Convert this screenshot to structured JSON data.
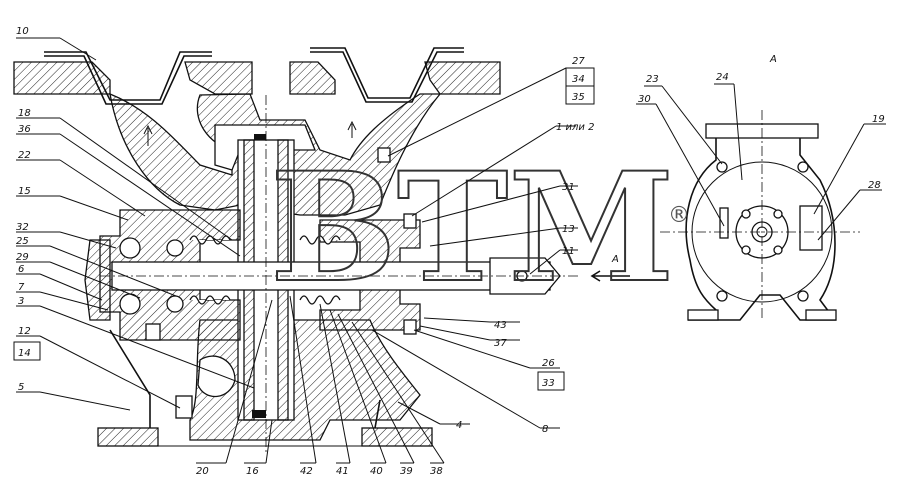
{
  "watermark": {
    "text": "BTM",
    "mark": "®"
  },
  "view_label": "A",
  "arrow_label": "A",
  "labels": {
    "l10": "10",
    "l18": "18",
    "l36": "36",
    "l22": "22",
    "l15": "15",
    "l32": "32",
    "l25": "25",
    "l29": "29",
    "l6": "6",
    "l7": "7",
    "l3": "3",
    "l12": "12",
    "l14": "14",
    "l5": "5",
    "l20": "20",
    "l16": "16",
    "l42": "42",
    "l41": "41",
    "l40": "40",
    "l39": "39",
    "l38": "38",
    "l8": "8",
    "l4": "4",
    "l26": "26",
    "l33": "33",
    "l37": "37",
    "l43": "43",
    "l11": "11",
    "l13": "13",
    "l31": "31",
    "l1or2": "1 или 2",
    "l27": "27",
    "l34": "34",
    "l35": "35",
    "l23": "23",
    "l24": "24",
    "l30": "30",
    "l19": "19",
    "l28": "28"
  }
}
